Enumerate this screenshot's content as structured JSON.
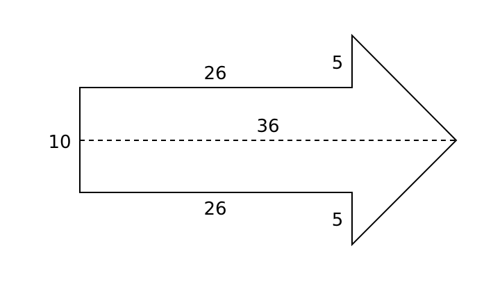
{
  "figure": {
    "stroke_color": "#000000",
    "background_color": "#ffffff",
    "shape": "arrow",
    "labels": {
      "top_shaft_length": "26",
      "bottom_shaft_length": "26",
      "shaft_width": "10",
      "total_length": "36",
      "top_head_overhang": "5",
      "bottom_head_overhang": "5"
    }
  }
}
